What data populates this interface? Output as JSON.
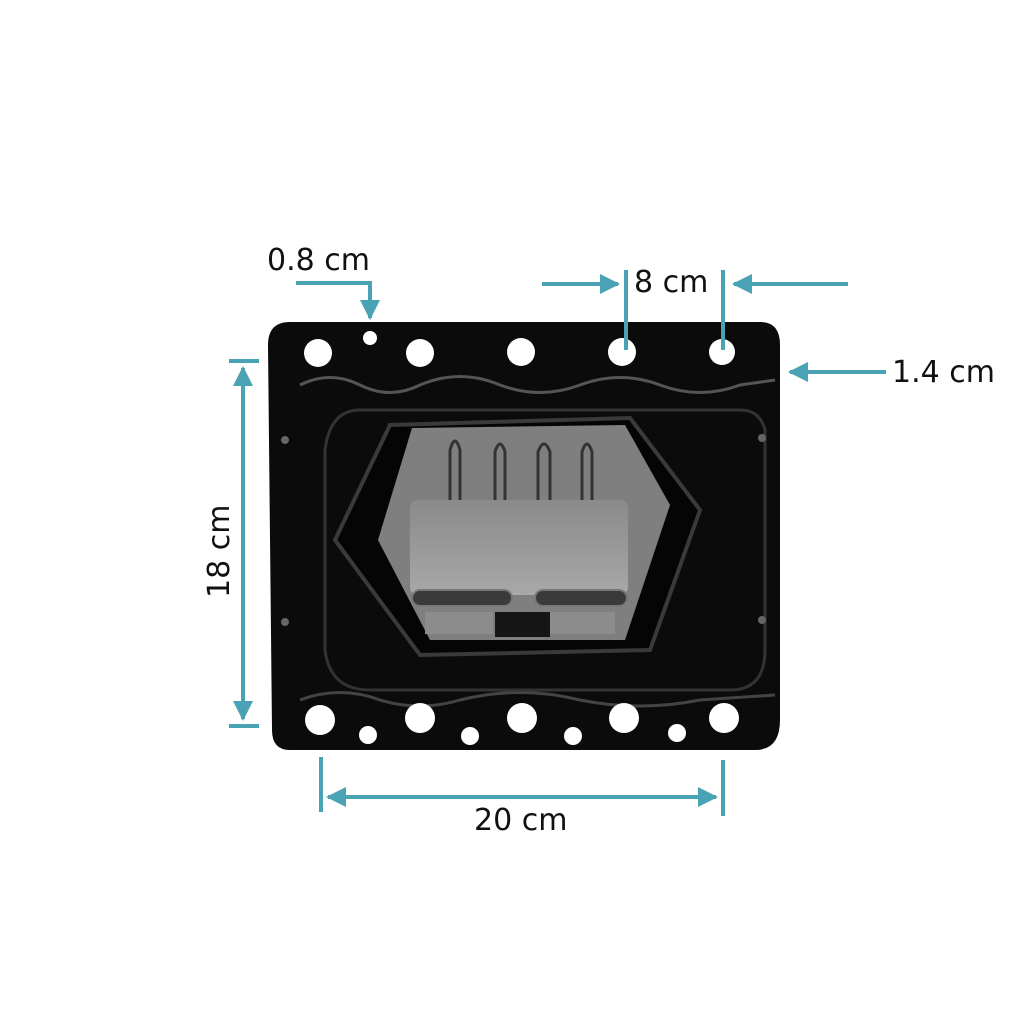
{
  "figure": {
    "subject": "engine mount plate",
    "accent_color": "#4aa3b4",
    "plate_color": "#0a0a0a",
    "insert_color": "#9a9a9a"
  },
  "dimensions": {
    "hole_diameter": {
      "label": "0.8 cm"
    },
    "hole_spacing": {
      "label": "8 cm"
    },
    "edge_offset": {
      "label": "1.4 cm"
    },
    "height": {
      "label": "18 cm"
    },
    "width": {
      "label": "20 cm"
    }
  }
}
